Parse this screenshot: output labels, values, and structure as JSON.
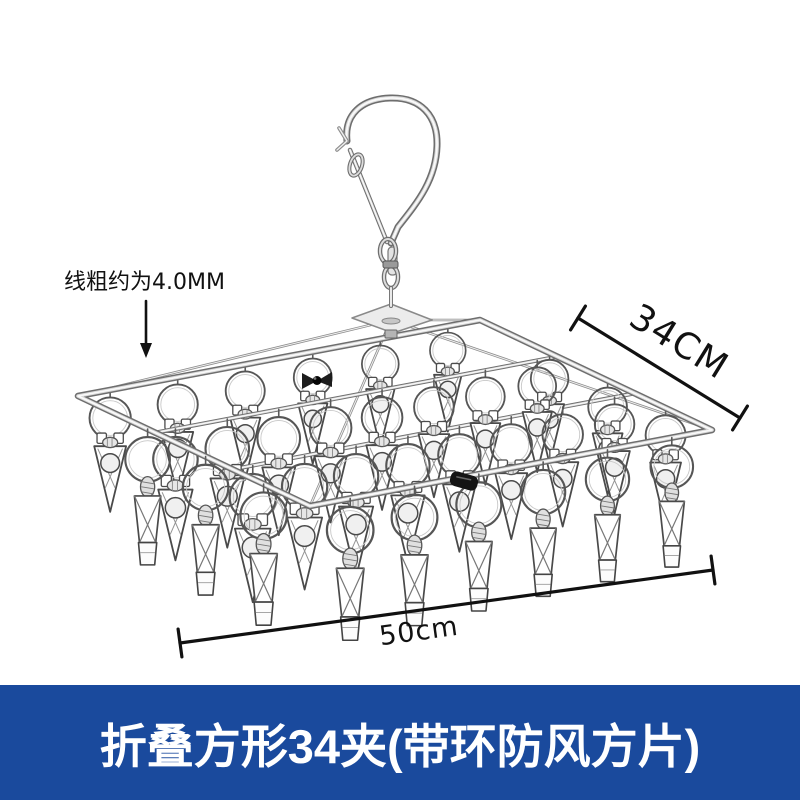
{
  "page": {
    "background": "#ffffff"
  },
  "colors": {
    "banner_blue": "#1a4a9d",
    "banner_text": "#ffffff",
    "annotation_black": "#111111",
    "metal_gray": "#6e6e6e"
  },
  "annotations": {
    "wire_thickness_label": "线粗约为4.0MM",
    "depth_label": "34CM",
    "width_label": "50cm"
  },
  "banner": {
    "title": "折叠方形34夹(带环防风方片)"
  }
}
